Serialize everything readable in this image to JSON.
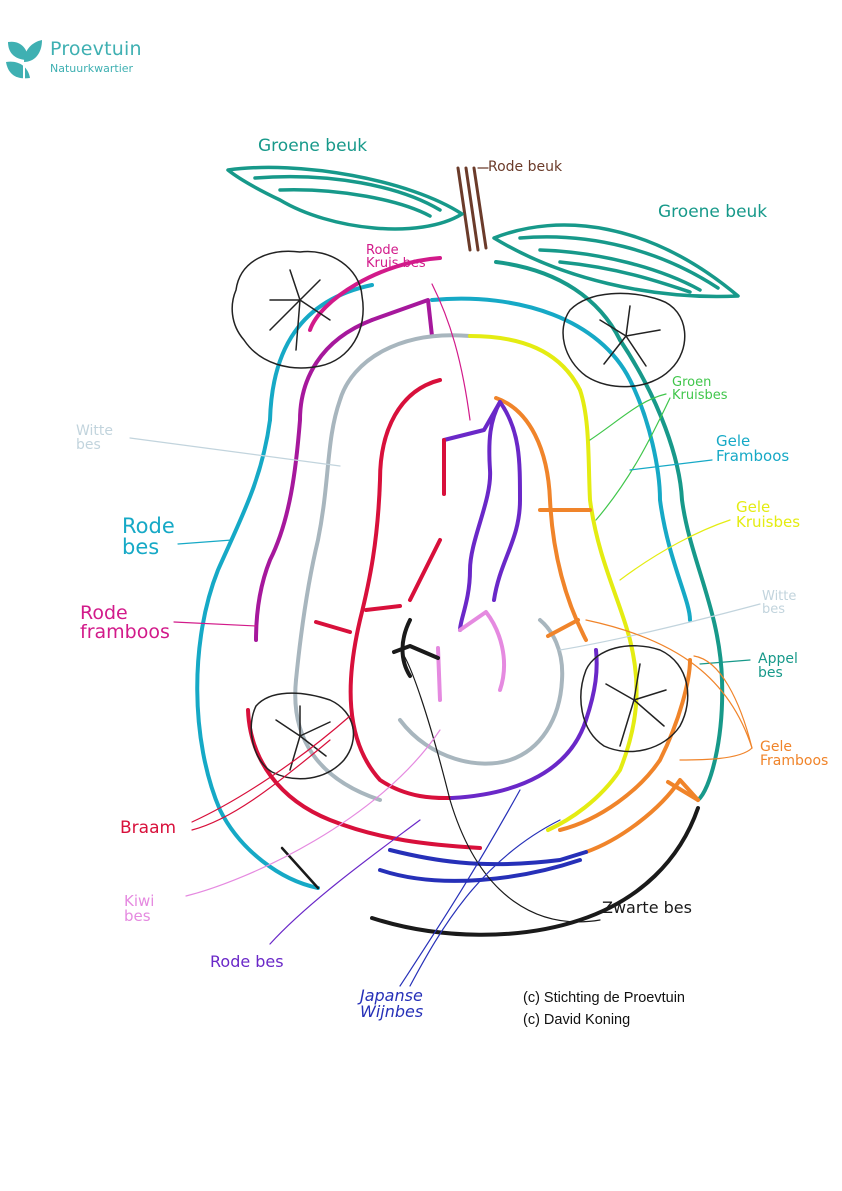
{
  "logo": {
    "name": "Proevtuin",
    "subtitle": "Natuurkwartier"
  },
  "colors": {
    "teal": "#17998a",
    "brown": "#6b3b2a",
    "magenta": "#d21a8a",
    "cyan": "#16a9c6",
    "purple_magenta": "#a6189c",
    "crimson": "#d8103b",
    "violet": "#6a28c8",
    "blue": "#2630b8",
    "yellow": "#e4ec12",
    "orange": "#f0842a",
    "green": "#40c64b",
    "grey": "#a8b6be",
    "black": "#1a1a1a",
    "lightgrey": "#c2d4dd",
    "pink": "#e58ae0",
    "leaf": "#1aa08a"
  },
  "labels": {
    "groene_beuk_left": "Groene beuk",
    "rode_beuk": "Rode beuk",
    "groene_beuk_right": "Groene beuk",
    "rode_kruisbes": "Rode\nKruis bes",
    "groen_kruisbes": "Groen\nKruisbes",
    "gele_framboos_right": "Gele\nFramboos",
    "gele_kruisbes": "Gele\nKruisbes",
    "witte_bes_right": "Witte\nbes",
    "appel_bes": "Appel\nbes",
    "gele_framboos_bottom": "Gele\nFramboos",
    "zwarte_bes": "Zwarte bes",
    "japanse_wijnbes": "Japanse\nWijnbes",
    "rode_bes_bottom": "Rode bes",
    "kiwi_bes": "Kiwi\nbes",
    "braam": "Braam",
    "rode_framboos": "Rode\nframboos",
    "rode_bes_left": "Rode\nbes",
    "witte_bes_left": "Witte\nbes"
  },
  "credits": {
    "line1": "(c) Stichting de Proevtuin",
    "line2": "(c) David Koning"
  }
}
